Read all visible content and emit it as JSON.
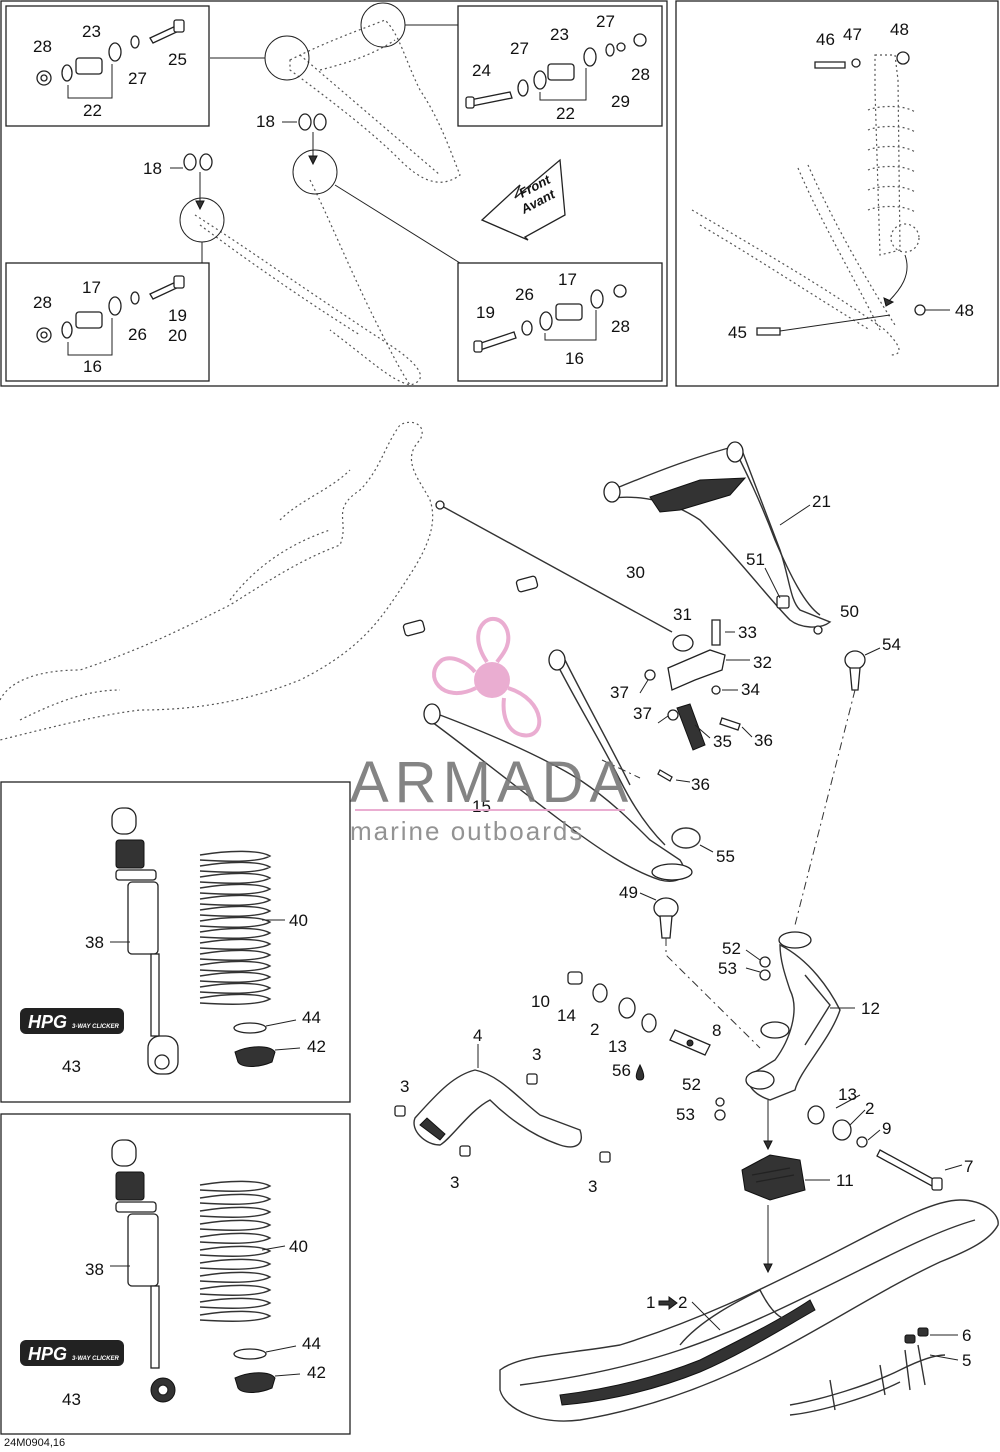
{
  "watermark": {
    "brand": "ARMADA",
    "tagline": "marine outboards",
    "accent": "#e8a5cd"
  },
  "document_ref": "24M0904,16",
  "front_arrow": {
    "line1": "Front",
    "line2": "Avant"
  },
  "hpg_logo": {
    "big": "HPG",
    "small": "3-WAY CLICKER"
  },
  "labels": {
    "box1": [
      "28",
      "23",
      "27",
      "25",
      "22"
    ],
    "box2": [
      "27",
      "23",
      "27",
      "24",
      "28",
      "22",
      "29"
    ],
    "box3": [
      "28",
      "17",
      "26",
      "19",
      "20",
      "16"
    ],
    "box4": [
      "19",
      "26",
      "17",
      "28",
      "16"
    ],
    "top_misc": [
      "18",
      "18"
    ],
    "shock_box": [
      "46",
      "47",
      "48",
      "45",
      "48"
    ],
    "main": [
      "21",
      "51",
      "30",
      "50",
      "31",
      "33",
      "54",
      "32",
      "37",
      "34",
      "37",
      "35",
      "36",
      "15",
      "36",
      "55",
      "49",
      "52",
      "53",
      "12",
      "10",
      "14",
      "2",
      "8",
      "13",
      "56",
      "4",
      "3",
      "3",
      "3",
      "3",
      "52",
      "53",
      "13",
      "2",
      "9",
      "7",
      "11",
      "1",
      "2",
      "6",
      "5"
    ],
    "spring_top": [
      "38",
      "40",
      "44",
      "42",
      "43"
    ],
    "spring_bottom": [
      "38",
      "40",
      "44",
      "42",
      "43"
    ]
  }
}
